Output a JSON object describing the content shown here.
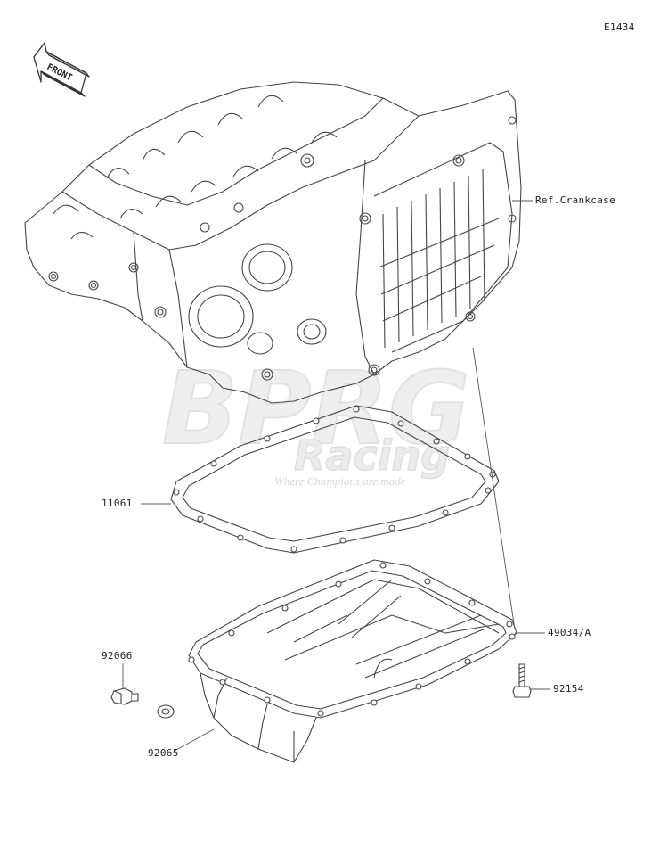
{
  "diagram_code": "E1434",
  "front_marker": "FRONT",
  "watermark": {
    "logo": "BPRG",
    "brand": "Racing",
    "tagline": "Where Champions are made"
  },
  "parts": {
    "crankcase_ref": "Ref.Crankcase",
    "gasket": "11061",
    "oil_pan": "49034/A",
    "bolt": "92154",
    "drain_plug": "92066",
    "washer": "92065"
  },
  "colors": {
    "line": "#3a3a3a",
    "watermark": "#e6e6e6"
  }
}
